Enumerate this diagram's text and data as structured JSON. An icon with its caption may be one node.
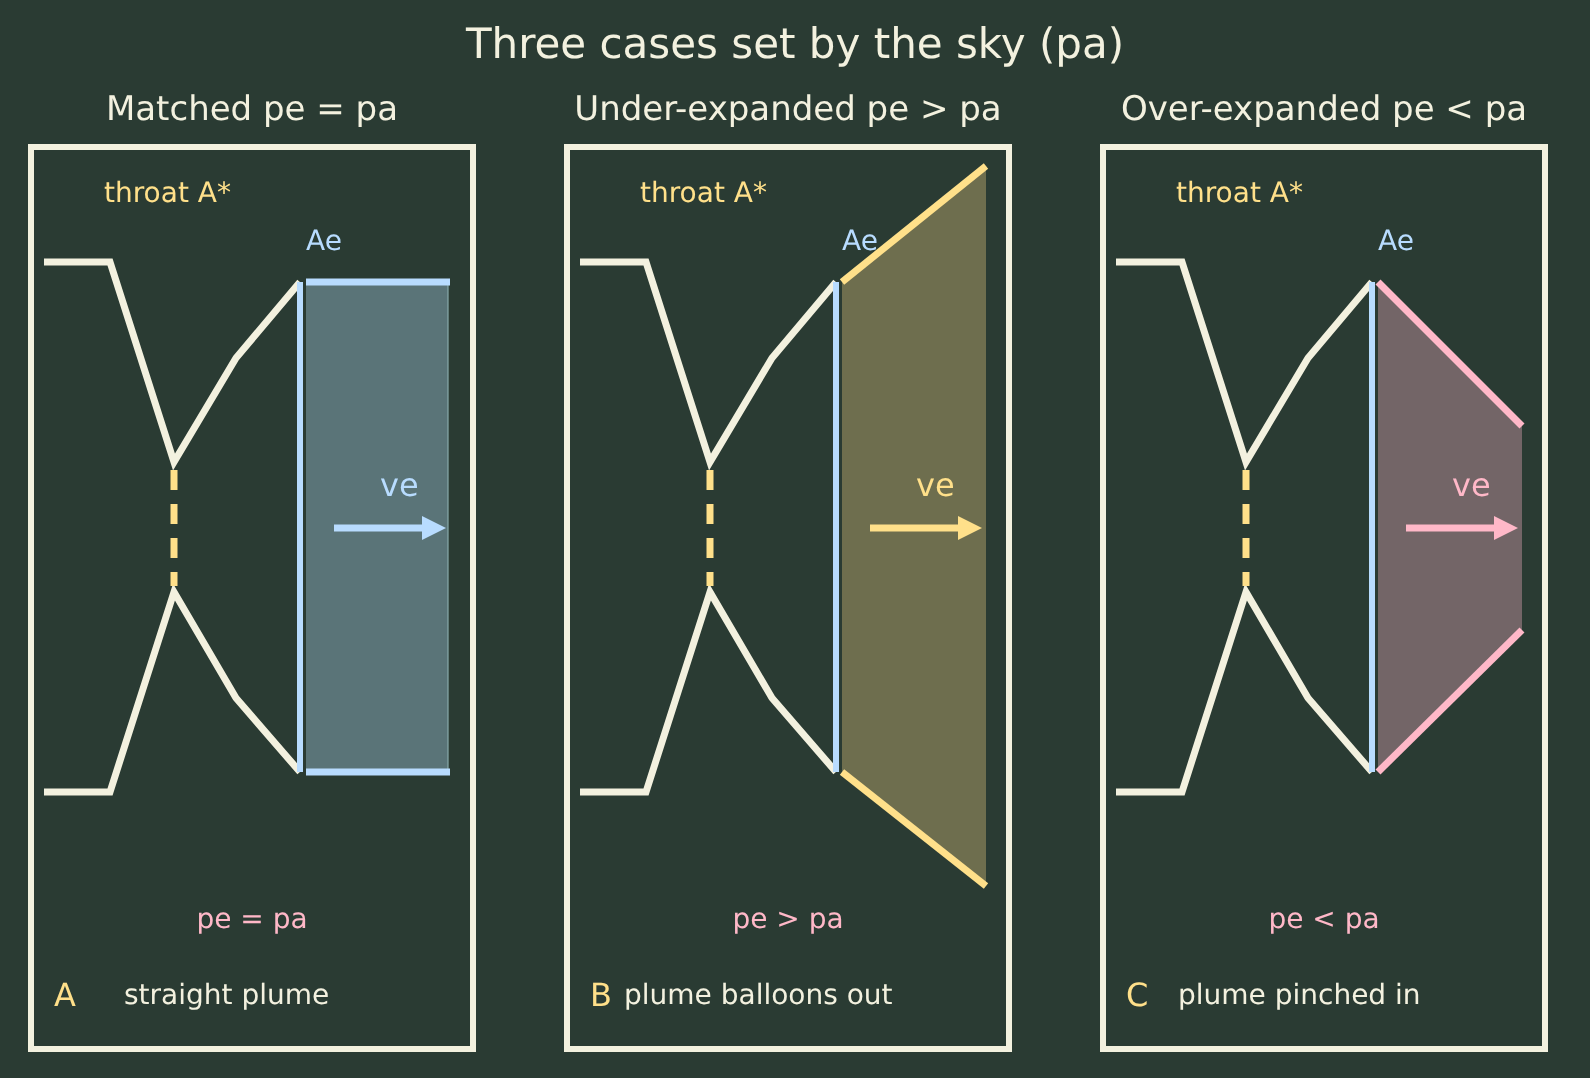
{
  "diagram": {
    "title": "Three cases set by the sky (pa)",
    "nodes": [
      {
        "text": [
          "Matched  pe = pa",
          "throat A*",
          "Ae",
          "ve",
          "pe = pa",
          "A",
          "straight plume"
        ]
      },
      {
        "text": [
          "Under-expanded  pe > pa",
          "throat A*",
          "Ae",
          "ve",
          "pe > pa",
          "B",
          "plume balloons out"
        ]
      },
      {
        "text": [
          "Over-expanded  pe < pa",
          "throat A*",
          "Ae",
          "ve",
          "pe < pa",
          "C",
          "plume pinched in"
        ]
      }
    ]
  }
}
